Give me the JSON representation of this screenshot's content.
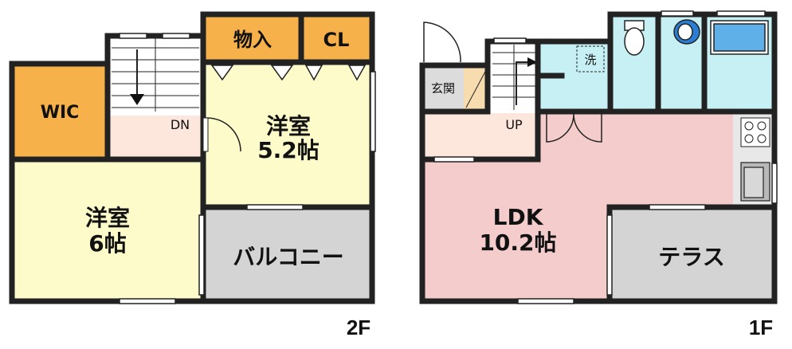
{
  "colors": {
    "wall": "#222222",
    "wic": "#f6b14a",
    "western": "#fdfbc9",
    "hall": "#fde7dc",
    "balcony": "#d4d4d4",
    "ldk": "#f5cccc",
    "wet": "#c7f0f5",
    "entrance": "#dcdcdc"
  },
  "floor2": {
    "label": "2F",
    "wic": "WIC",
    "storage": "物入",
    "closet": "CL",
    "room_a_name": "洋室",
    "room_a_size": "5.2帖",
    "room_b_name": "洋室",
    "room_b_size": "6帖",
    "balcony": "バルコニー",
    "stairs_label": "DN"
  },
  "floor1": {
    "label": "1F",
    "entrance": "玄関",
    "washer": "洗",
    "stairs_label": "UP",
    "ldk_name": "LDK",
    "ldk_size": "10.2帖",
    "terrace": "テラス"
  }
}
